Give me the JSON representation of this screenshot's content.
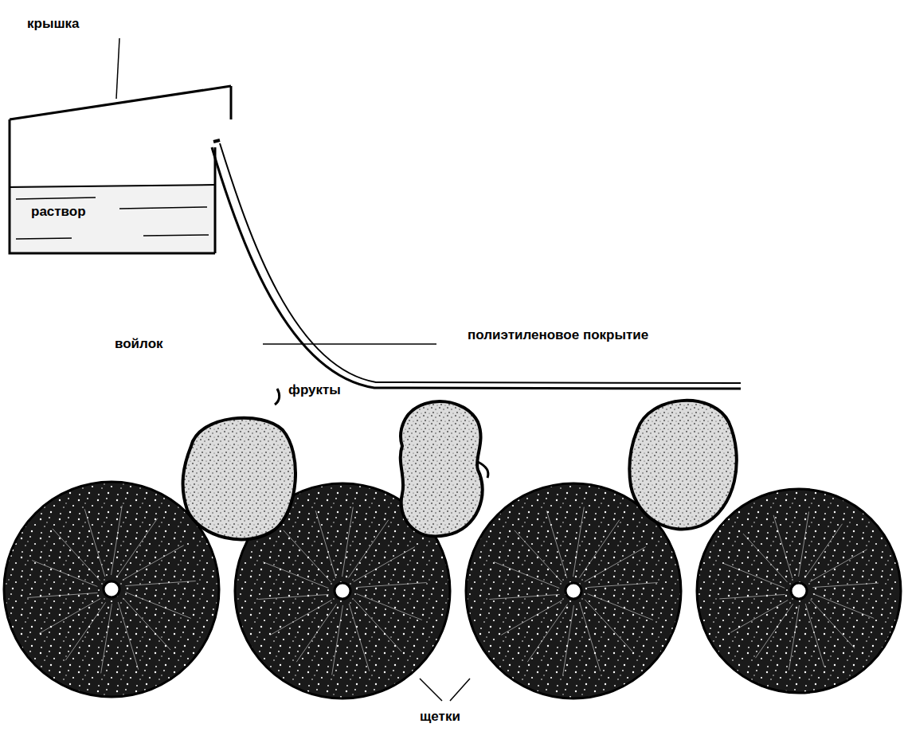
{
  "diagram": {
    "nodes": [
      {
        "text": [
          "раствор"
        ]
      }
    ],
    "labels": [
      "крышка",
      "войлок",
      "полиэтиленовое покрытие",
      "фрукты",
      "щетки"
    ]
  }
}
